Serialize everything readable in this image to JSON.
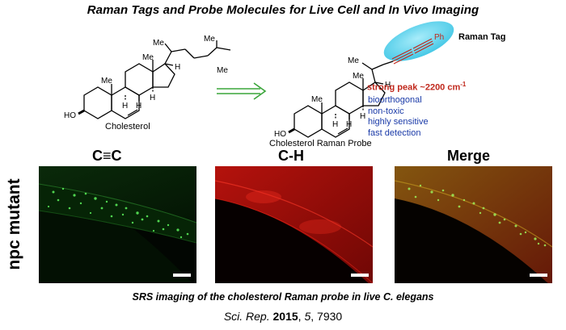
{
  "title": "Raman Tags and Probe Molecules for Live Cell and In Vivo Imaging",
  "scheme": {
    "left_molecule_name": "Cholesterol",
    "right_molecule_name": "Cholesterol Raman Probe",
    "atom_labels": {
      "ho": "HO",
      "me": "Me",
      "h": "H",
      "ph": "Ph"
    },
    "raman_tag_label": "Raman Tag",
    "strong_peak": "strong peak ~2200 cm",
    "strong_peak_superscript": "-1",
    "properties": [
      "bioorthogonal",
      "non-toxic",
      "highly sensitive",
      "fast detection"
    ],
    "colors": {
      "tag_bubble": "#5fd6ef",
      "arrow": "#3aa53a",
      "peak_text": "#c0281c",
      "properties_text": "#1a3aa8",
      "alkyne": "#c0281c"
    }
  },
  "images": {
    "row_label": "npc mutant",
    "panels": [
      {
        "title": "C≡C",
        "channel": "green"
      },
      {
        "title": "C-H",
        "channel": "red"
      },
      {
        "title": "Merge",
        "channel": "merge"
      }
    ]
  },
  "caption": "SRS imaging of the cholesterol Raman probe in live C. elegans",
  "citation": {
    "journal": "Sci. Rep.",
    "year": "2015",
    "volume": "5",
    "pages": "7930"
  }
}
